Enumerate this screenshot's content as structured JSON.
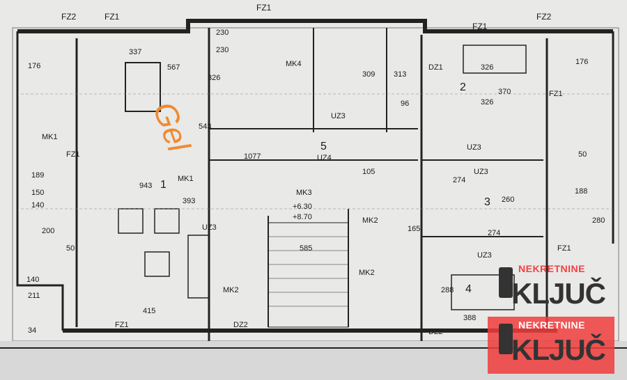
{
  "plan": {
    "labels_top": [
      "FZ2",
      "FZ1",
      "FZ1",
      "FZ1",
      "FZ2"
    ],
    "room_codes": [
      "MK1",
      "MK1",
      "MK2",
      "MK2",
      "MK3",
      "MK2",
      "MK4",
      "UZ3",
      "UZ3",
      "UZ3",
      "UZ3",
      "UZ3",
      "UZ4",
      "FZ1",
      "FZ1",
      "FZ1",
      "FZ1",
      "DZ2",
      "DZ2",
      "DZ1"
    ],
    "dimensions": [
      "337",
      "176",
      "567",
      "326",
      "543",
      "1077",
      "943",
      "393",
      "189",
      "150",
      "140",
      "200",
      "140",
      "211",
      "415",
      "34",
      "326",
      "326",
      "370",
      "274",
      "260",
      "274",
      "288",
      "388",
      "188",
      "280",
      "176",
      "585",
      "+6.30",
      "+8.70",
      "309",
      "313",
      "96",
      "230",
      "230",
      "105",
      "165",
      "50",
      "50"
    ],
    "handwriting": "Gel",
    "handwriting_color": "#f08a30",
    "room_numbers": [
      "1",
      "2",
      "3",
      "4",
      "5"
    ]
  },
  "watermark": {
    "top_text": "NEKRETNINE",
    "brand": "KLJUČ",
    "accent_color": "#f04040"
  }
}
